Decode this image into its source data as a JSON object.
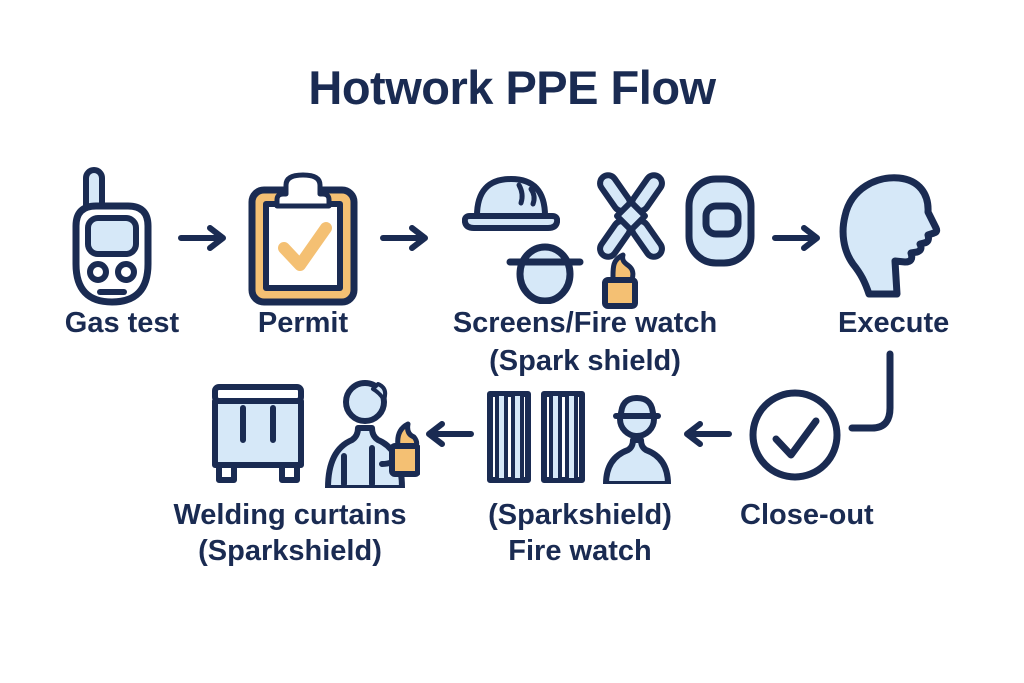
{
  "title": "Hotwork PPE Flow",
  "colors": {
    "navy": "#1a2b52",
    "light_blue": "#d6e8f8",
    "orange": "#f4c073",
    "background": "#ffffff"
  },
  "steps": {
    "gas_test": {
      "label": "Gas test"
    },
    "permit": {
      "label": "Permit"
    },
    "screens": {
      "label": "Screens/Fire watch",
      "sublabel": "(Spark shield)"
    },
    "execute": {
      "label": "Execute"
    },
    "close_out": {
      "label": "Close-out"
    },
    "fire_watch": {
      "label": "(Sparkshield)",
      "sublabel": "Fire watch"
    },
    "welding_curtains": {
      "label": "Welding curtains",
      "sublabel": "(Sparkshield)"
    }
  }
}
